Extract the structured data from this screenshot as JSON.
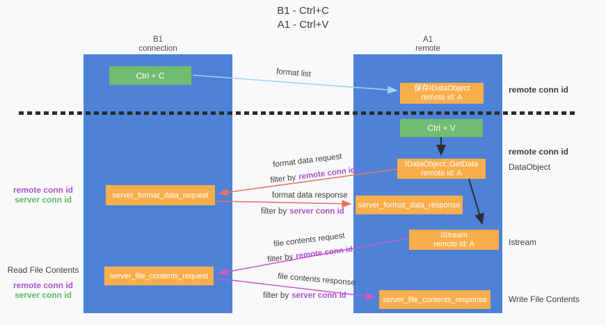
{
  "title": {
    "line1": "B1 - Ctrl+C",
    "line2": "A1 - Ctrl+V"
  },
  "lifelines": {
    "left": {
      "name": "B1",
      "role": "connection"
    },
    "right": {
      "name": "A1",
      "role": "remote"
    }
  },
  "boxes": {
    "ctrl_c": "Ctrl + C",
    "ctrl_v": "Ctrl + V",
    "save_idataobject": {
      "title": "保存IDataObject",
      "subtitle": "remote id: A"
    },
    "getdata": {
      "title": "IDataObject::GetData",
      "subtitle": "remote id: A"
    },
    "istream": {
      "title": "IStream",
      "subtitle": "remote id: A"
    },
    "server_format_data_request": "server_format_data_request",
    "server_format_data_response": "server_format_data_response",
    "server_file_contents_request": "server_file_contents_request",
    "server_file_contents_response": "server_file_contents_response"
  },
  "arrow_labels": {
    "format_list": "format list",
    "format_data_request": "format data request",
    "format_data_response": "format data response",
    "file_contents_request": "file contents request",
    "file_contents_response": "file contents response",
    "filter_by": "filter by",
    "remote_conn_id": "remote conn id",
    "server_conn_id": "server conn id"
  },
  "side_labels": {
    "remote_conn_id": "remote conn id",
    "server_conn_id": "server conn id",
    "dataobject": "DataObject",
    "istream": "Istream",
    "read_file_contents": "Read File Contents",
    "write_file_contents": "Write File Contents"
  },
  "colors": {
    "lifeline_blue": "#4d82d6",
    "action_green": "#70bc71",
    "message_orange": "#f9ae4c",
    "arrow_light_blue": "#a5d2f1",
    "arrow_red": "#e87468",
    "arrow_magenta": "#cd5bc8",
    "label_purple": "#a855cd",
    "label_green": "#5fb863",
    "dash_black": "#2b2b2b"
  }
}
